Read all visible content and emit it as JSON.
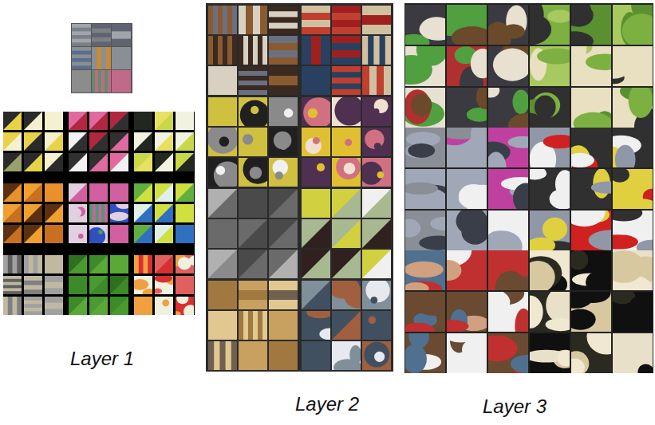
{
  "diagram": {
    "labels": [
      "Layer 1",
      "Layer 2",
      "Layer 3"
    ]
  }
}
